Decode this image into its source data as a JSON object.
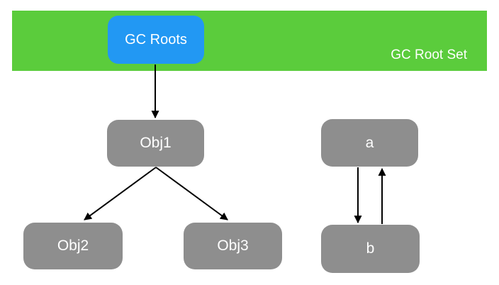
{
  "diagram": {
    "banner": {
      "label": "GC Root Set"
    },
    "nodes": {
      "gc_roots": {
        "label": "GC Roots",
        "fill": "#2298F3"
      },
      "obj1": {
        "label": "Obj1",
        "fill": "#8E8E8E"
      },
      "obj2": {
        "label": "Obj2",
        "fill": "#8E8E8E"
      },
      "obj3": {
        "label": "Obj3",
        "fill": "#8E8E8E"
      },
      "a": {
        "label": "a",
        "fill": "#8E8E8E"
      },
      "b": {
        "label": "b",
        "fill": "#8E8E8E"
      }
    },
    "edges": [
      {
        "from": "GC Roots",
        "to": "Obj1",
        "direction": "down"
      },
      {
        "from": "Obj1",
        "to": "Obj2",
        "direction": "down-left"
      },
      {
        "from": "Obj1",
        "to": "Obj3",
        "direction": "down-right"
      },
      {
        "from": "a",
        "to": "b",
        "direction": "down"
      },
      {
        "from": "b",
        "to": "a",
        "direction": "up"
      }
    ]
  },
  "colors": {
    "banner_green": "#5BCC3C",
    "root_blue": "#2298F3",
    "node_gray": "#8E8E8E",
    "text_white": "#FFFFFF",
    "arrow_black": "#000000",
    "background": "#FFFFFF"
  }
}
